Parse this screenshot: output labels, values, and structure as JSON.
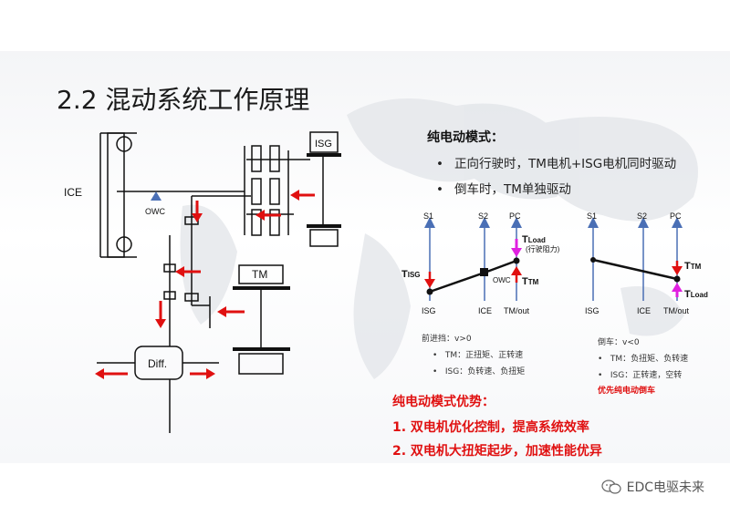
{
  "slide": {
    "title": "2.2 混动系统工作原理"
  },
  "schematic": {
    "ice": "ICE",
    "owc": "OWC",
    "isg": "ISG",
    "tm": "TM",
    "diff": "Diff."
  },
  "mode": {
    "heading": "纯电动模式：",
    "bullets": [
      "正向行驶时，TM电机+ISG电机同时驱动",
      "倒车时，TM单独驱动"
    ]
  },
  "lever_forward": {
    "axis_top": [
      "S1",
      "S2",
      "PC"
    ],
    "axis_bottom": [
      "ISG",
      "ICE",
      "TM/out"
    ],
    "t_load_main": "T",
    "t_load_sub": "Load",
    "t_load_note": "(行驶阻力)",
    "t_isg_main": "T",
    "t_isg_sub": "ISG",
    "t_tm_main": "T",
    "t_tm_sub": "TM",
    "owc": "OWC",
    "caption": "前进挡：v>0",
    "notes": [
      "TM：正扭矩、正转速",
      "ISG：负转速、负扭矩"
    ]
  },
  "lever_reverse": {
    "axis_top": [
      "S1",
      "S2",
      "PC"
    ],
    "axis_bottom": [
      "ISG",
      "ICE",
      "TM/out"
    ],
    "t_tm_main": "T",
    "t_tm_sub": "TM",
    "t_load_main": "T",
    "t_load_sub": "Load",
    "caption": "倒车：v<0",
    "notes": [
      "TM：负扭矩、负转速",
      "ISG：正转速，空转"
    ],
    "priority": "优先纯电动倒车"
  },
  "advantages": {
    "heading": "纯电动模式优势：",
    "items": [
      "1.  双电机优化控制，提高系统效率",
      "2.  双电机大扭矩起步，加速性能优异"
    ]
  },
  "footer": {
    "brand": "EDC电驱未来"
  },
  "colors": {
    "red": "#e01010",
    "blue": "#4a6fb5",
    "magenta": "#e020e0"
  }
}
